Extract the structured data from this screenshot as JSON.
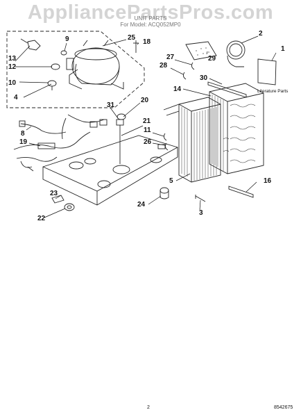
{
  "watermark": "AppliancePartsPros.com",
  "header": {
    "title": "UNIT PARTS",
    "subtitle": "For Model: ACQ052MP0"
  },
  "callouts": [
    "1",
    "2",
    "3",
    "4",
    "5",
    "8",
    "9",
    "10",
    "11",
    "12",
    "13",
    "14",
    "16",
    "18",
    "19",
    "20",
    "21",
    "22",
    "23",
    "24",
    "25",
    "26",
    "27",
    "28",
    "29",
    "30",
    "31"
  ],
  "literature_label": "Literature Parts",
  "footer": {
    "page": "2",
    "code": "8542675"
  }
}
